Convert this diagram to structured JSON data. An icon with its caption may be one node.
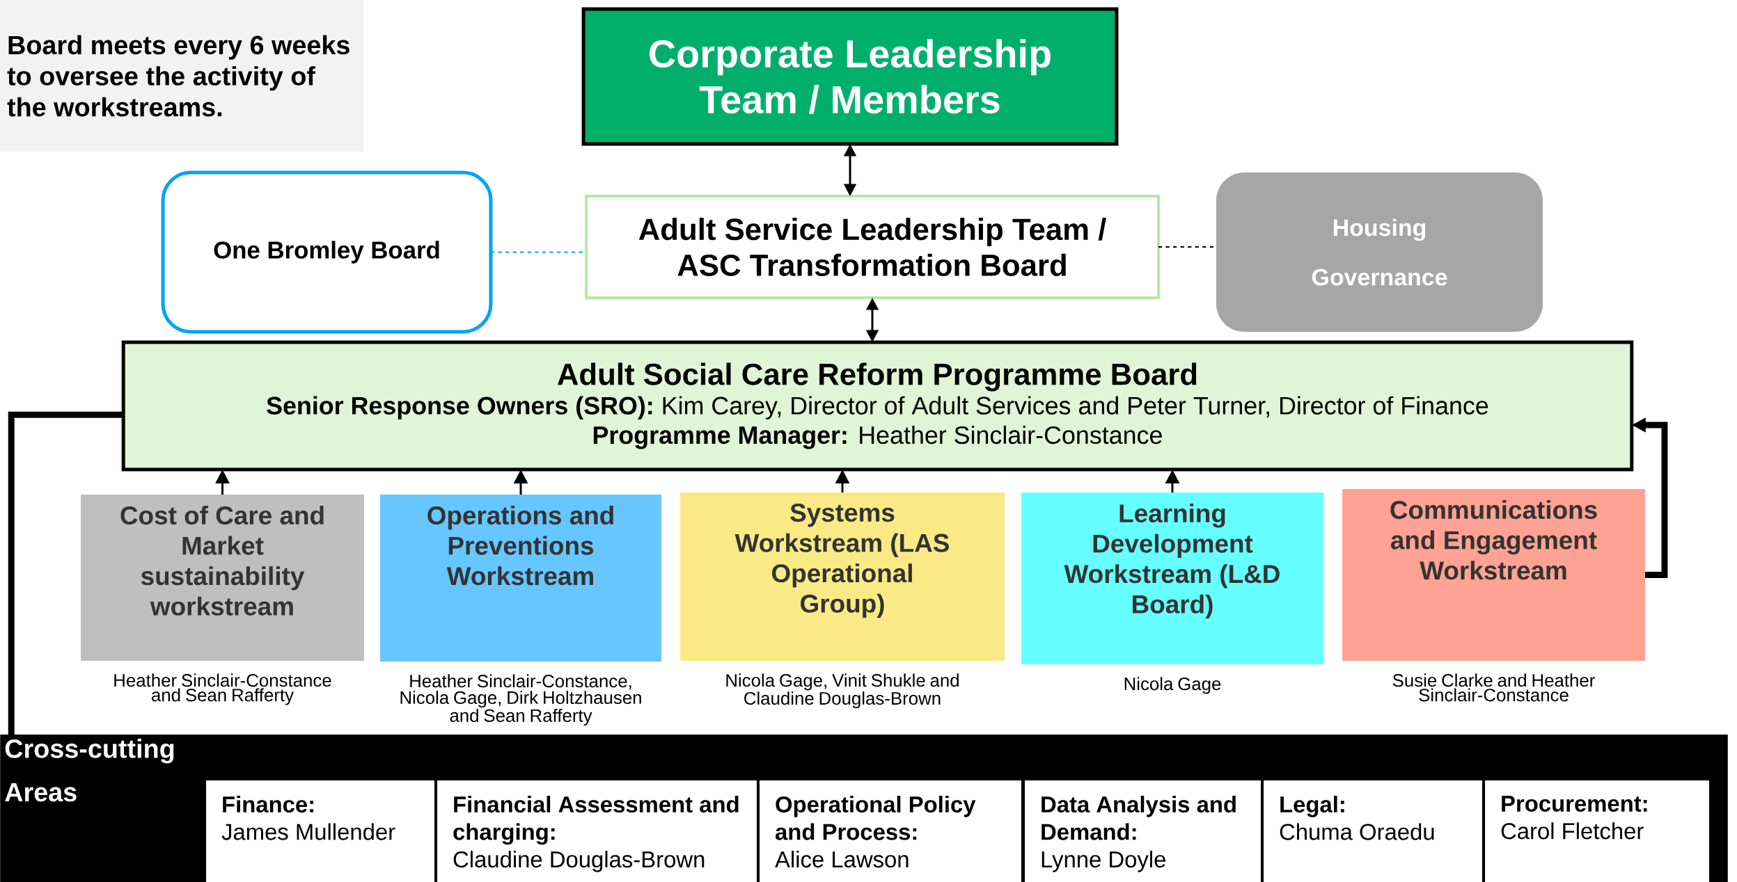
{
  "diagram": {
    "nodes": [
      {
        "text": [
          "Board meets every 6 weeks to oversee the activity of the workstreams."
        ]
      },
      {
        "text": [
          "Corporate Leadership Team / Members"
        ]
      },
      {
        "text": [
          "One Bromley Board"
        ]
      },
      {
        "text": [
          "Adult Service Leadership Team / ASC Transformation Board"
        ]
      },
      {
        "text": [
          "Housing Governance"
        ]
      },
      {
        "text": [
          "Adult Social Care Reform Programme Board",
          "**Senior Response Owners (SRO):** Kim Carey, Director of Adult Services and Peter Turner, Director of Finance",
          "**Programme Manager:** Heather Sinclair-Constance"
        ]
      },
      {
        "text": [
          "Cost of Care and Market sustainability workstream"
        ],
        "beside": [
          "Heather Sinclair-Constance and Sean Rafferty"
        ]
      },
      {
        "text": [
          "Operations and Preventions Workstream"
        ],
        "beside": [
          "Heather Sinclair-Constance, Nicola Gage, Dirk Holtzhausen and Sean Rafferty"
        ]
      },
      {
        "text": [
          "Systems Workstream (LAS Operational Group)"
        ],
        "beside": [
          "Nicola Gage, Vinit Shukle and Claudine Douglas-Brown"
        ]
      },
      {
        "text": [
          "Learning Development Workstream (L&D Board)"
        ],
        "beside": [
          "Nicola Gage"
        ]
      },
      {
        "text": [
          "Communications and Engagement Workstream"
        ],
        "beside": [
          "Susie Clarke and Heather Sinclair-Constance"
        ]
      },
      {
        "text": [
          "Cross-cutting Areas"
        ]
      },
      {
        "text": [
          "Finance:",
          "James Mullender"
        ],
        "in": 11
      },
      {
        "text": [
          "Financial Assessment and charging:",
          "Claudine Douglas-Brown"
        ],
        "in": 11
      },
      {
        "text": [
          "Operational Policy and Process:",
          "Alice Lawson"
        ],
        "in": 11
      },
      {
        "text": [
          "Data Analysis and Demand:",
          "Lynne Doyle"
        ],
        "in": 11
      },
      {
        "text": [
          "Legal:",
          "Chuma Oraedu"
        ],
        "in": 11
      },
      {
        "text": [
          "Procurement:",
          "Carol Fletcher"
        ],
        "in": 11
      }
    ],
    "edges": [
      {
        "from": 1,
        "to": 3,
        "arrow": "both"
      },
      {
        "from": 2,
        "to": 3,
        "arrow": "none",
        "style": "dashed",
        "color": "#00a2ff"
      },
      {
        "from": 3,
        "to": 4,
        "arrow": "none",
        "style": "dashed"
      },
      {
        "from": 3,
        "to": 5,
        "arrow": "both"
      },
      {
        "from": 6,
        "to": 5,
        "arrow": "to"
      },
      {
        "from": 7,
        "to": 5,
        "arrow": "to"
      },
      {
        "from": 8,
        "to": 5,
        "arrow": "to"
      },
      {
        "from": 9,
        "to": 5,
        "arrow": "to"
      },
      {
        "from": 10,
        "to": 5,
        "arrow": "to",
        "style": "thick"
      },
      {
        "from": 5,
        "to": 11,
        "arrow": "none",
        "style": "thick"
      }
    ]
  }
}
